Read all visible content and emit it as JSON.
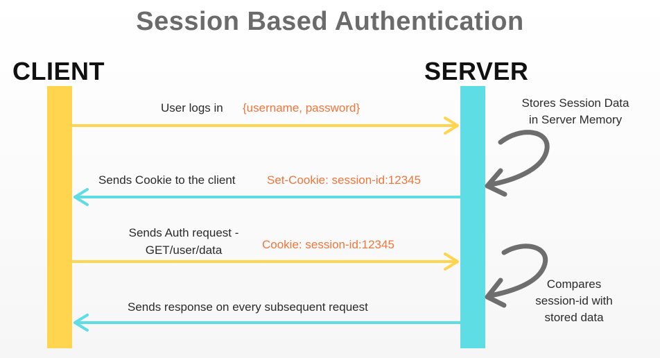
{
  "title": "Session Based Authentication",
  "client_label": "CLIENT",
  "server_label": "SERVER",
  "colors": {
    "client_bar": "#ffd54f",
    "server_bar": "#5fdde5",
    "request_arrow": "#ffd54f",
    "response_arrow": "#5fdde5",
    "payload_text": "#f0753a",
    "loop_arrow": "#6e6e6e"
  },
  "messages": [
    {
      "direction": "client-to-server",
      "label": "User logs in",
      "payload": "{username, password}"
    },
    {
      "direction": "server-to-client",
      "label": "Sends Cookie to the client",
      "payload": "Set-Cookie: session-id:12345"
    },
    {
      "direction": "client-to-server",
      "label_line1": "Sends Auth request -",
      "label_line2": "GET/user/data",
      "payload": "Cookie: session-id:12345"
    },
    {
      "direction": "server-to-client",
      "label": "Sends response on every subsequent request"
    }
  ],
  "server_notes": [
    {
      "line1": "Stores Session Data",
      "line2": "in Server Memory"
    },
    {
      "line1": "Compares",
      "line2": "session-id with",
      "line3": "stored data"
    }
  ]
}
